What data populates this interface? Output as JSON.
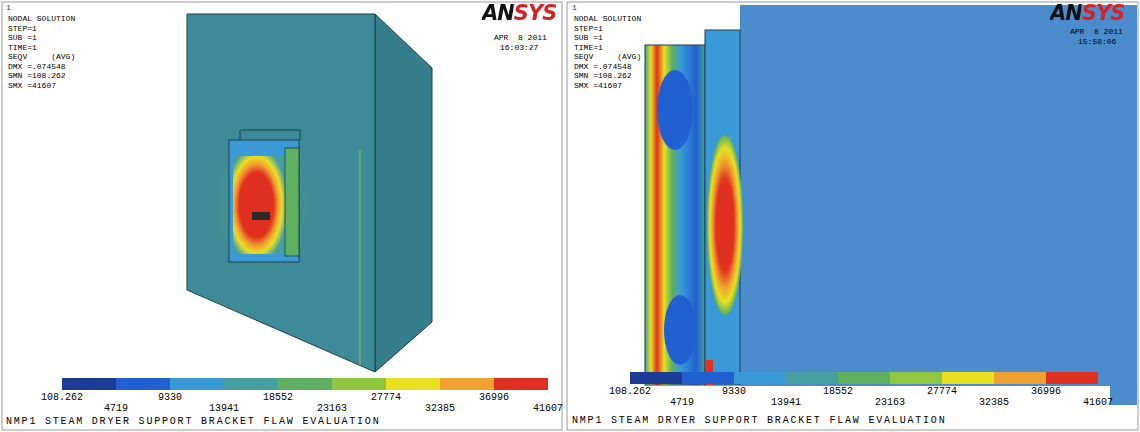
{
  "diagram": {
    "labels": [
      "1",
      "NODAL SOLUTION",
      "STEP=1",
      "SUB =1",
      "TIME=1",
      "SEQV     (AVG)",
      "DMX =.074548",
      "SMN =108.262",
      "SMX =41607",
      "ANSYS",
      "APR  8 2011",
      "16:03:27",
      "108.262",
      "4719",
      "9330",
      "13941",
      "18552",
      "23163",
      "27774",
      "32385",
      "36996",
      "41607",
      "NMP1 STEAM DRYER SUPPORT BRACKET FLAW EVALUATION",
      "1",
      "NODAL SOLUTION",
      "STEP=1",
      "SUB =1",
      "TIME=1",
      "SEQV     (AVG)",
      "DMX =.074548",
      "SMN =108.262",
      "SMX =41607",
      "ANSYS",
      "APR  8 2011",
      "15:58:06",
      "108.262",
      "4719",
      "9330",
      "13941",
      "18552",
      "23163",
      "27774",
      "32385",
      "36996",
      "41607",
      "NMP1 STEAM DRYER SUPPORT BRACKET FLAW EVALUATION"
    ]
  }
}
